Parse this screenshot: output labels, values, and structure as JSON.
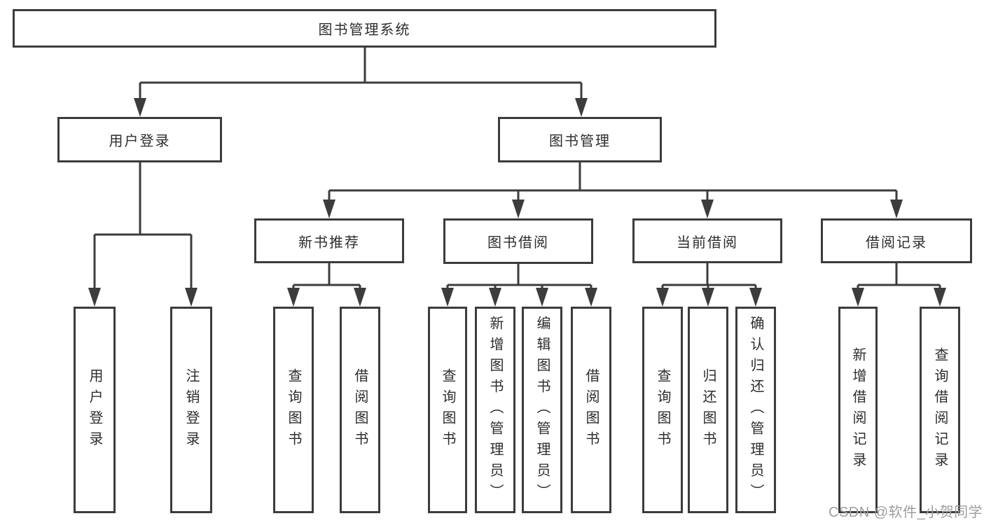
{
  "tree": {
    "label": "图书管理系统",
    "children": [
      {
        "label": "用户登录",
        "children": [
          {
            "label": "用户登录"
          },
          {
            "label": "注销登录"
          }
        ]
      },
      {
        "label": "图书管理",
        "children": [
          {
            "label": "新书推荐",
            "children": [
              {
                "label": "查询图书"
              },
              {
                "label": "借阅图书"
              }
            ]
          },
          {
            "label": "图书借阅",
            "children": [
              {
                "label": "查询图书"
              },
              {
                "label": "新增图书（管理员）"
              },
              {
                "label": "编辑图书（管理员）"
              },
              {
                "label": "借阅图书"
              }
            ]
          },
          {
            "label": "当前借阅",
            "children": [
              {
                "label": "查询图书"
              },
              {
                "label": "归还图书"
              },
              {
                "label": "确认归还（管理员）"
              }
            ]
          },
          {
            "label": "借阅记录",
            "children": [
              {
                "label": "新增借阅记录"
              },
              {
                "label": "查询借阅记录"
              }
            ]
          }
        ]
      }
    ]
  },
  "watermark": {
    "text": "CSDN @软件_小贺同学"
  },
  "colors": {
    "line": "#3c3c3c",
    "box_border": "#3c3c3c",
    "text": "#2d2d2d",
    "watermark": "#9e9e9e",
    "background": "#ffffff"
  }
}
